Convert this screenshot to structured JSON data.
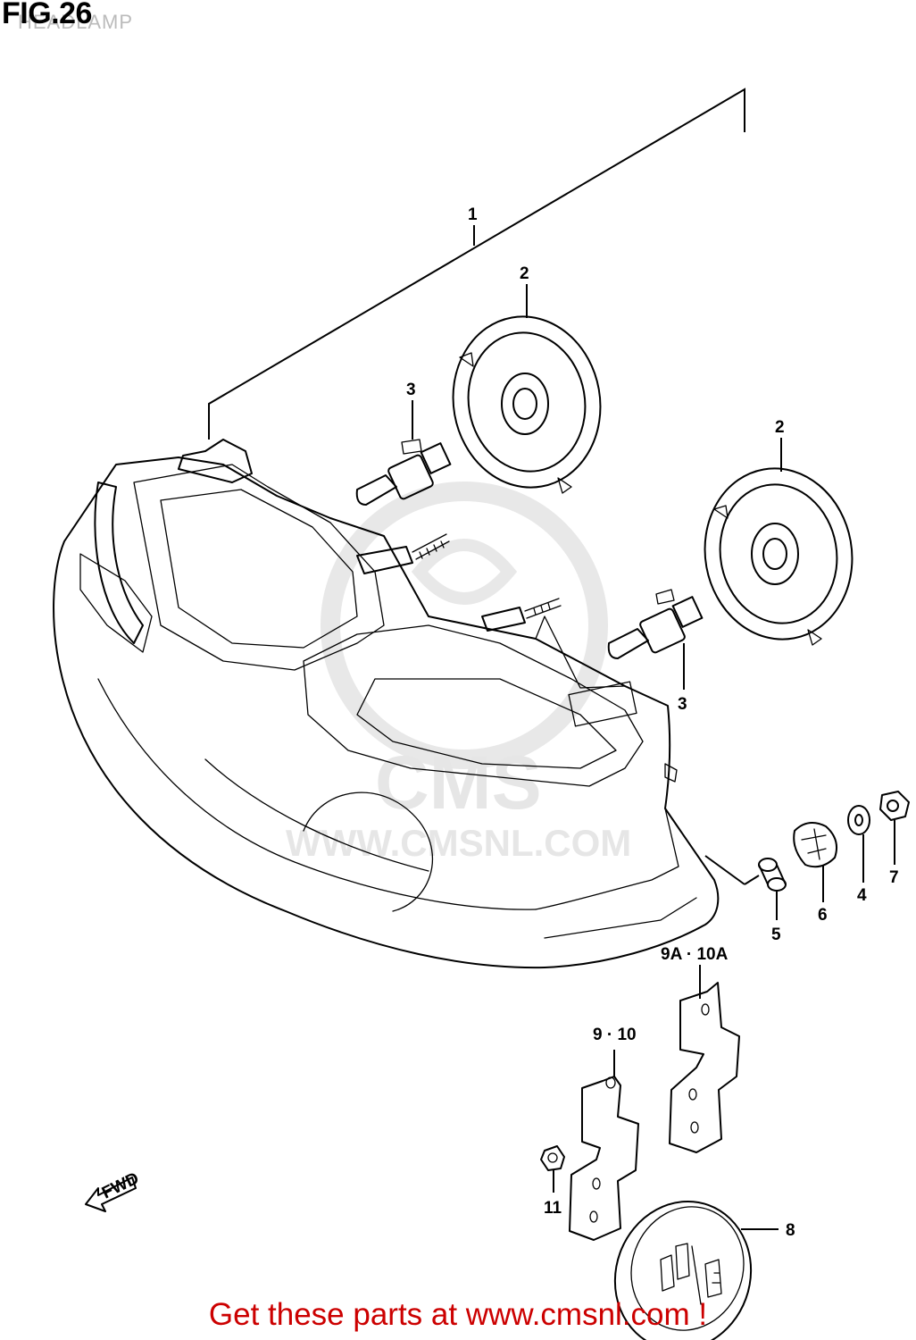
{
  "header": {
    "figure_label": "FIG.26",
    "subtitle": "HEADLAMP"
  },
  "watermark": {
    "brand": "CMS",
    "url": "WWW.CMSNL.COM"
  },
  "callouts": {
    "headlamp_assy": "1",
    "socket_cover_upper": "2",
    "bulb_upper": "3",
    "socket_cover_lower": "2",
    "bulb_lower": "3",
    "collar": "5",
    "cushion": "6",
    "washer": "4",
    "nut": "7",
    "cover": "8",
    "bracket_9_10": "9 · 10",
    "bracket_9a_10a": "9A · 10A",
    "nut_11": "11"
  },
  "fwd_marker": "FWD",
  "footer": {
    "promo": "Get these parts at www.cmsnl.com !"
  },
  "colors": {
    "line": "#000000",
    "promo": "#cc0000",
    "watermark": "#e6e6e6"
  }
}
